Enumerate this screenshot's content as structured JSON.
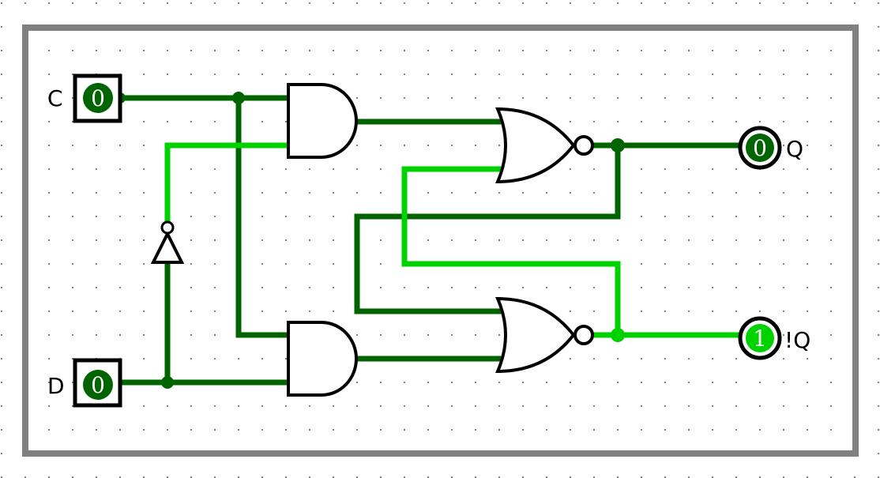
{
  "diagram": {
    "type": "circuit-schematic",
    "title": "Gated D Latch",
    "colors": {
      "wire_low": "#006400",
      "wire_high": "#00d200",
      "gate_stroke": "#000000",
      "grid_dot": "#7f7f7f",
      "frame": "#808080",
      "pin_value_text": "#ffffff"
    },
    "inputs": [
      {
        "id": "C",
        "label": "C",
        "value": "0"
      },
      {
        "id": "D",
        "label": "D",
        "value": "0"
      }
    ],
    "outputs": [
      {
        "id": "Q",
        "label": "Q",
        "value": "0"
      },
      {
        "id": "NQ",
        "label": "!Q",
        "value": "1"
      }
    ],
    "gates": [
      {
        "id": "not1",
        "kind": "NOT",
        "input": "D",
        "output": "notD"
      },
      {
        "id": "and_top",
        "kind": "AND",
        "inputs": [
          "C",
          "notD"
        ],
        "output": "R"
      },
      {
        "id": "and_bottom",
        "kind": "AND",
        "inputs": [
          "C",
          "D"
        ],
        "output": "S"
      },
      {
        "id": "nor_top",
        "kind": "NOR",
        "inputs": [
          "R",
          "NQ"
        ],
        "output": "Q"
      },
      {
        "id": "nor_bottom",
        "kind": "NOR",
        "inputs": [
          "Q",
          "S"
        ],
        "output": "NQ"
      }
    ],
    "signals": {
      "C": 0,
      "D": 0,
      "notD": 1,
      "R": 0,
      "S": 0,
      "Q": 0,
      "NQ": 1
    }
  }
}
